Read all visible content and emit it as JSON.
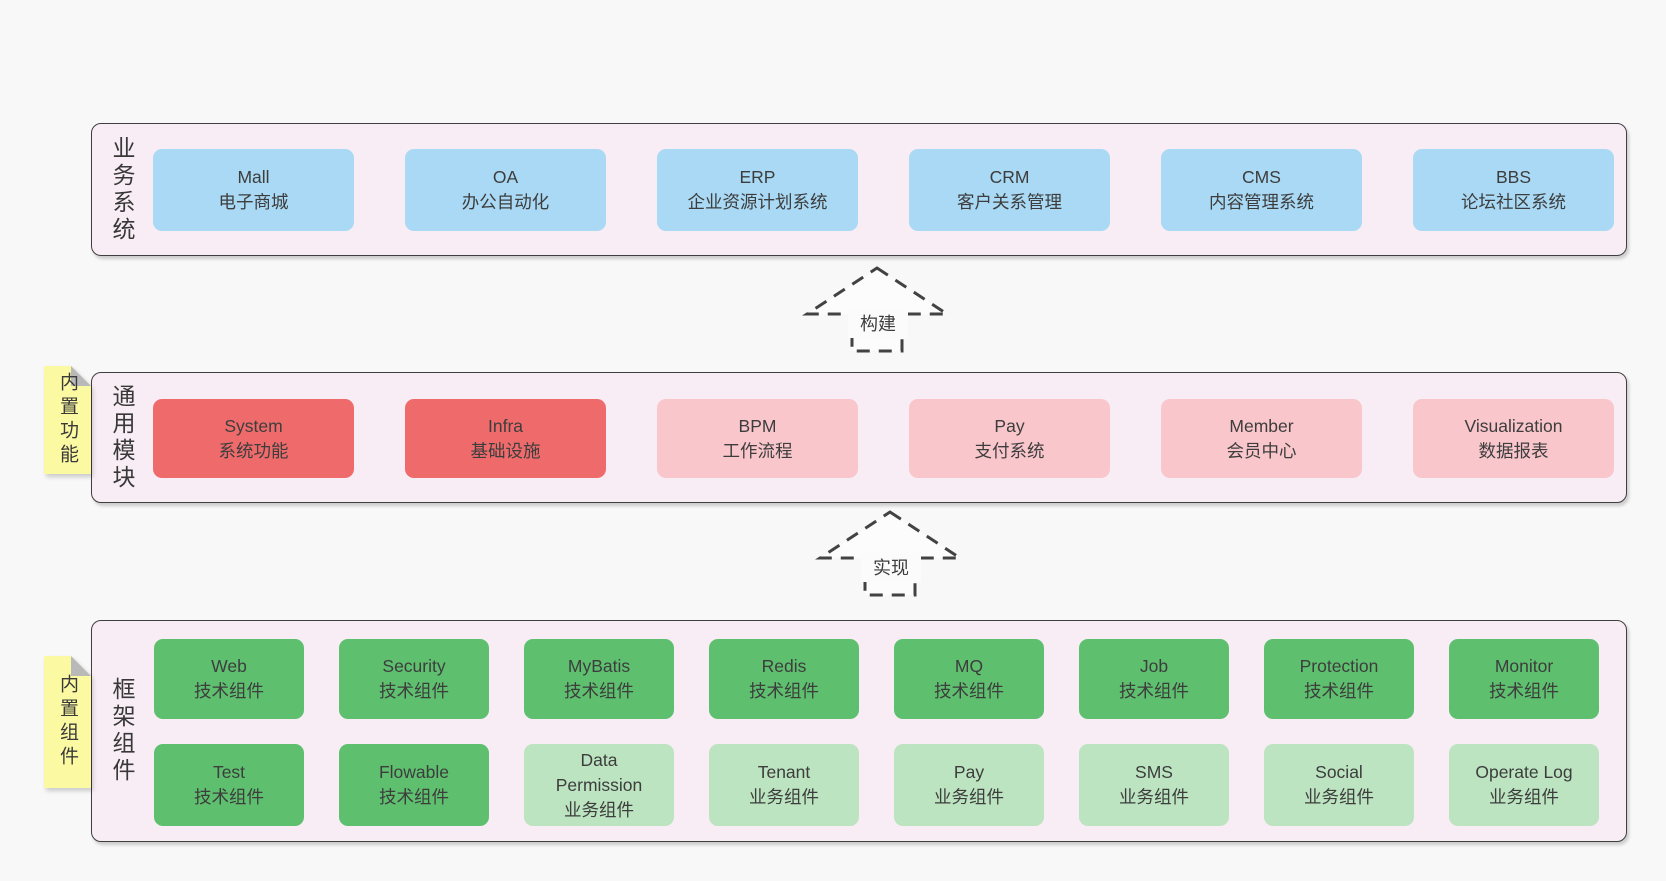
{
  "colors": {
    "page_bg": "#f8f8f8",
    "section_bg": "#f8edf5",
    "section_border": "#3f3f3f",
    "blue": "#a9d9f4",
    "red": "#ef6b6b",
    "pink": "#f9c6cc",
    "green": "#5ec06f",
    "green_light": "#bce4c0",
    "note_bg": "#fbf9a2",
    "note_fold": "#b9b9b9",
    "text": "#3d3d3d",
    "arrow_stroke": "#424242"
  },
  "sections": {
    "business": {
      "label": "业务系统",
      "boxes": [
        {
          "title": "Mall",
          "subtitle": "电子商城",
          "color": "blue"
        },
        {
          "title": "OA",
          "subtitle": "办公自动化",
          "color": "blue"
        },
        {
          "title": "ERP",
          "subtitle": "企业资源计划系统",
          "color": "blue"
        },
        {
          "title": "CRM",
          "subtitle": "客户关系管理",
          "color": "blue"
        },
        {
          "title": "CMS",
          "subtitle": "内容管理系统",
          "color": "blue"
        },
        {
          "title": "BBS",
          "subtitle": "论坛社区系统",
          "color": "blue"
        }
      ]
    },
    "modules": {
      "label": "通用模块",
      "note": "内置功能",
      "boxes": [
        {
          "title": "System",
          "subtitle": "系统功能",
          "color": "red"
        },
        {
          "title": "Infra",
          "subtitle": "基础设施",
          "color": "red"
        },
        {
          "title": "BPM",
          "subtitle": "工作流程",
          "color": "pink"
        },
        {
          "title": "Pay",
          "subtitle": "支付系统",
          "color": "pink"
        },
        {
          "title": "Member",
          "subtitle": "会员中心",
          "color": "pink"
        },
        {
          "title": "Visualization",
          "subtitle": "数据报表",
          "color": "pink"
        }
      ]
    },
    "components": {
      "label": "框架组件",
      "note": "内置组件",
      "row1": [
        {
          "title": "Web",
          "subtitle": "技术组件",
          "color": "green"
        },
        {
          "title": "Security",
          "subtitle": "技术组件",
          "color": "green"
        },
        {
          "title": "MyBatis",
          "subtitle": "技术组件",
          "color": "green"
        },
        {
          "title": "Redis",
          "subtitle": "技术组件",
          "color": "green"
        },
        {
          "title": "MQ",
          "subtitle": "技术组件",
          "color": "green"
        },
        {
          "title": "Job",
          "subtitle": "技术组件",
          "color": "green"
        },
        {
          "title": "Protection",
          "subtitle": "技术组件",
          "color": "green"
        },
        {
          "title": "Monitor",
          "subtitle": "技术组件",
          "color": "green"
        }
      ],
      "row2": [
        {
          "title": "Test",
          "subtitle": "技术组件",
          "color": "green"
        },
        {
          "title": "Flowable",
          "subtitle": "技术组件",
          "color": "green"
        },
        {
          "title": "Data\nPermission",
          "subtitle": "业务组件",
          "color": "green_light"
        },
        {
          "title": "Tenant",
          "subtitle": "业务组件",
          "color": "green_light"
        },
        {
          "title": "Pay",
          "subtitle": "业务组件",
          "color": "green_light"
        },
        {
          "title": "SMS",
          "subtitle": "业务组件",
          "color": "green_light"
        },
        {
          "title": "Social",
          "subtitle": "业务组件",
          "color": "green_light"
        },
        {
          "title": "Operate Log",
          "subtitle": "业务组件",
          "color": "green_light"
        }
      ]
    }
  },
  "arrows": [
    {
      "label": "构建"
    },
    {
      "label": "实现"
    }
  ]
}
